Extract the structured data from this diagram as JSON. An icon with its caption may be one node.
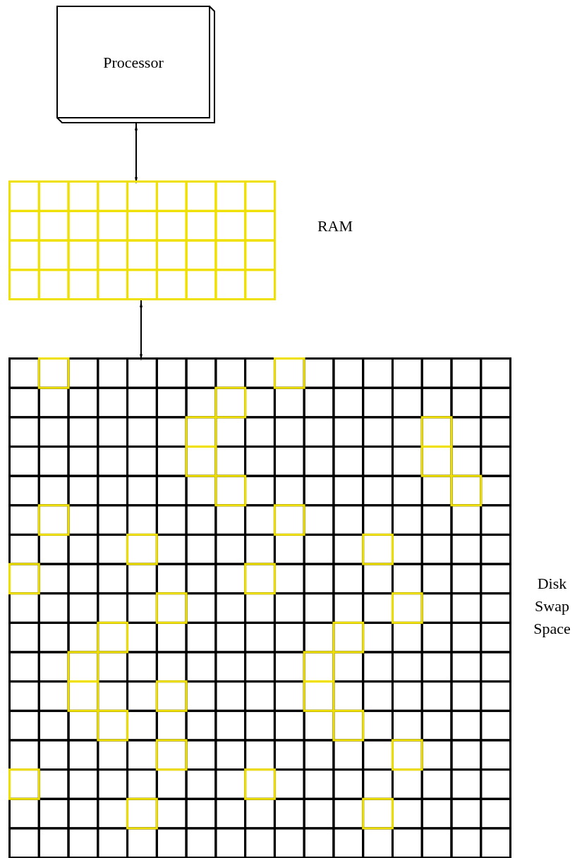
{
  "diagram": {
    "nodes": [
      {
        "text": [
          "Processor"
        ]
      },
      {
        "text": [
          "RAM"
        ]
      },
      {
        "text": [
          "Disk Swap Space"
        ]
      }
    ],
    "edges": [
      {
        "from": 0,
        "to": 1,
        "arrow": "both"
      },
      {
        "from": 1,
        "to": 2,
        "arrow": "both"
      }
    ]
  }
}
